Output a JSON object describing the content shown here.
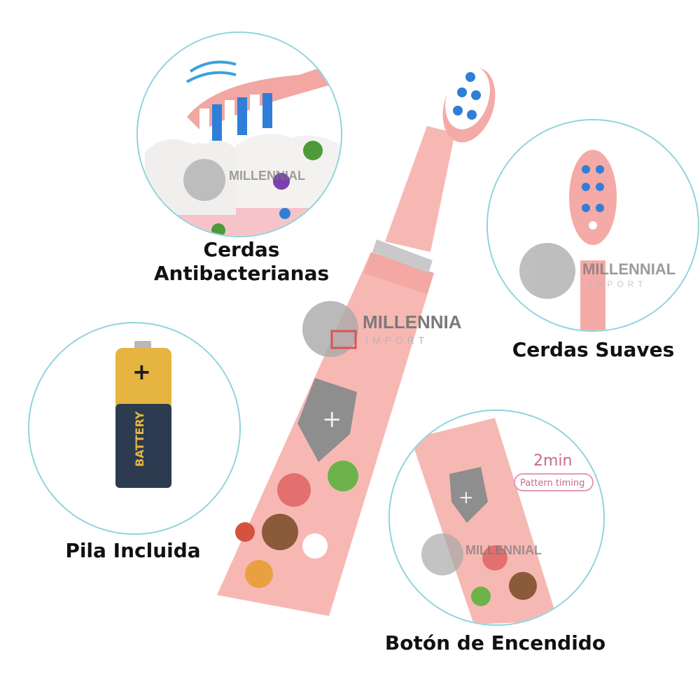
{
  "features": {
    "antibacterial": "Cerdas Antibacterianas",
    "soft": "Cerdas Suaves",
    "battery": "Pila Incluida",
    "power_button": "Botón de Encendido"
  },
  "battery_text": "BATTERY",
  "timer": {
    "minutes": "2min",
    "label": "Pattern timing"
  },
  "watermark": {
    "brand": "MILLENNIAL",
    "sub": "IMPORT"
  },
  "colors": {
    "brush_pink": "#f5b5b2",
    "circle_border": "#8ed3dd",
    "bristle_blue": "#2f7fd8"
  }
}
